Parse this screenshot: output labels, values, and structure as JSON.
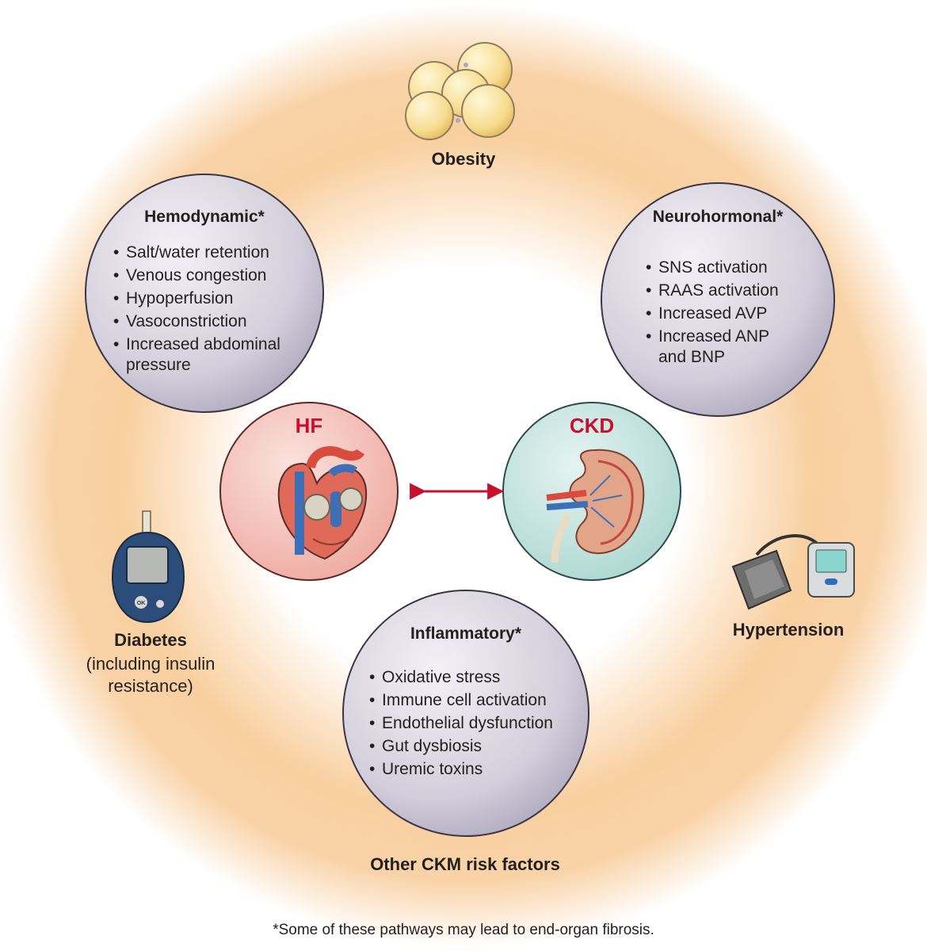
{
  "ring_label_top": "Obesity",
  "ring_label_bottom": "Other CKM risk factors",
  "diabetes": {
    "title": "Diabetes",
    "subtitle_line1": "(including insulin",
    "subtitle_line2": "resistance)",
    "button_label": "OK"
  },
  "hypertension": {
    "title": "Hypertension"
  },
  "hemodynamic": {
    "title": "Hemodynamic*",
    "items": [
      "Salt/water retention",
      "Venous congestion",
      "Hypoperfusion",
      "Vasoconstriction",
      "Increased abdominal"
    ],
    "last_item_continuation": "pressure"
  },
  "neurohormonal": {
    "title": "Neurohormonal*",
    "items": [
      "SNS activation",
      "RAAS activation",
      "Increased AVP",
      "Increased ANP"
    ],
    "last_item_continuation": "and BNP"
  },
  "inflammatory": {
    "title": "Inflammatory*",
    "items": [
      "Oxidative stress",
      "Immune cell activation",
      "Endothelial dysfunction",
      "Gut dysbiosis",
      "Uremic toxins"
    ]
  },
  "hf": {
    "label": "HF"
  },
  "ckd": {
    "label": "CKD"
  },
  "footnote": "*Some of these pathways may lead to end-organ fibrosis.",
  "colors": {
    "ring_outer": "#f6c48e",
    "ring_inner": "#fdf0e0",
    "pathway_circle": "#cfcbd8",
    "hf_circle": "#f2b8b0",
    "ckd_circle": "#bfe0dc",
    "accent_red": "#c8102e"
  }
}
